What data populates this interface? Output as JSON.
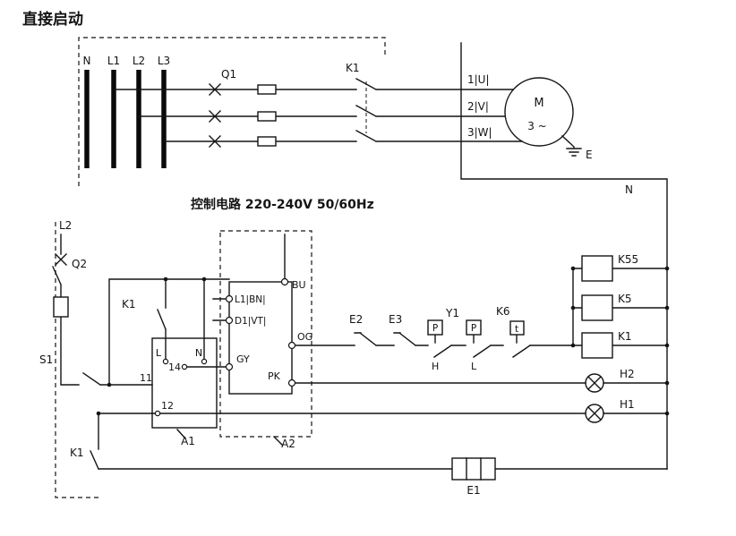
{
  "title": "直接启动",
  "control_heading": "控制电路 220-240V  50/60Hz",
  "colors": {
    "line": "#141414",
    "background": "#ffffff"
  },
  "power": {
    "bus": [
      "N",
      "L1",
      "L2",
      "L3"
    ],
    "q1": "Q1",
    "k1": "K1",
    "terminals": [
      "1|U|",
      "2|V|",
      "3|W|"
    ],
    "motor_m": "M",
    "motor_phase": "3 ~",
    "earth": "E",
    "neutral": "N"
  },
  "control": {
    "l2": "L2",
    "q2": "Q2",
    "k1_aux": "K1",
    "s1": "S1",
    "a1": {
      "label": "A1",
      "l": "L",
      "n": "N",
      "t14": "14",
      "t11": "11",
      "t12": "12"
    },
    "a2": {
      "label": "A2",
      "bn": "L1|BN|",
      "vt": "D1|VT|",
      "bu": "BU",
      "og": "OG",
      "gy": "GY",
      "pk": "PK"
    },
    "e2": "E2",
    "e3": "E3",
    "y1": "Y1",
    "k6": "K6",
    "p1": "P",
    "p2": "P",
    "t_label": "t",
    "h": "H",
    "l_low": "L",
    "k55": "K55",
    "k5": "K5",
    "k1_coil": "K1",
    "h2": "H2",
    "h1": "H1",
    "k1_latch": "K1",
    "e1": "E1"
  }
}
